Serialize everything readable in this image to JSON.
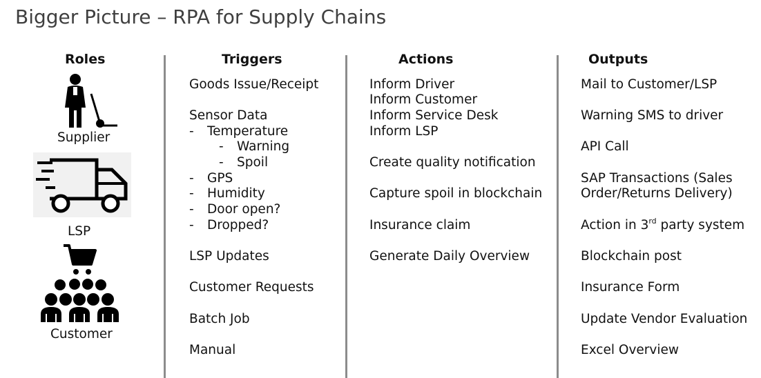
{
  "title": "Bigger Picture – RPA for Supply Chains",
  "headers": {
    "roles": "Roles",
    "triggers": "Triggers",
    "actions": "Actions",
    "outputs": "Outputs"
  },
  "roles": {
    "supplier": "Supplier",
    "lsp": "LSP",
    "customer": "Customer"
  },
  "triggers": {
    "t0": "Goods Issue/Receipt",
    "t1": "Sensor Data",
    "t2": "Temperature",
    "t3": "Warning",
    "t4": "Spoil",
    "t5": "GPS",
    "t6": "Humidity",
    "t7": "Door open?",
    "t8": "Dropped?",
    "t9": "LSP Updates",
    "t10": "Customer Requests",
    "t11": "Batch Job",
    "t12": "Manual",
    "dash": "-"
  },
  "actions": {
    "a0": "Inform Driver",
    "a1": "Inform Customer",
    "a2": "Inform Service Desk",
    "a3": "Inform LSP",
    "a4": "Create quality notification",
    "a5": "Capture spoil in blockchain",
    "a6": "Insurance claim",
    "a7": "Generate Daily Overview"
  },
  "outputs": {
    "o0": "Mail to Customer/LSP",
    "o1": "Warning SMS to driver",
    "o2": "API Call",
    "o3": "SAP Transactions (Sales",
    "o4": "Order/Returns Delivery)",
    "o5_pre": "Action in 3",
    "o5_sup": "rd",
    "o5_post": " party system",
    "o6": "Blockchain post",
    "o7": "Insurance Form",
    "o8": "Update Vendor Evaluation",
    "o9": "Excel Overview"
  },
  "icons": {
    "supplier": "worker-with-hand-truck-icon",
    "lsp": "delivery-truck-icon",
    "cart": "shopping-cart-icon",
    "customers": "crowd-icon"
  }
}
